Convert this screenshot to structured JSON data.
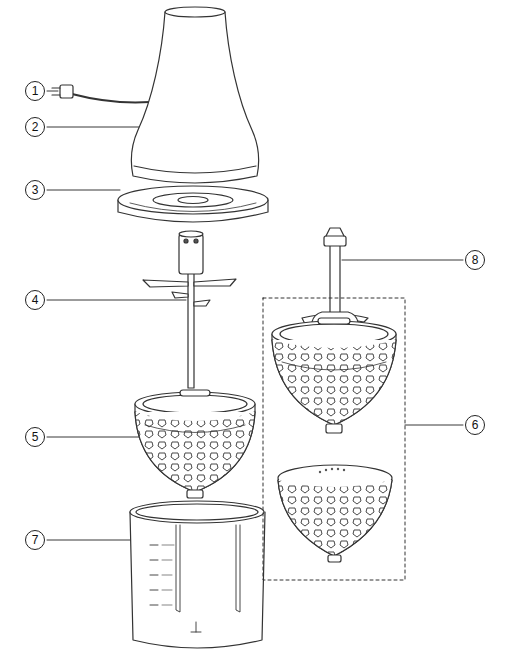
{
  "diagram": {
    "labels": [
      "1",
      "2",
      "3",
      "8",
      "4",
      "5",
      "6",
      "7"
    ]
  }
}
